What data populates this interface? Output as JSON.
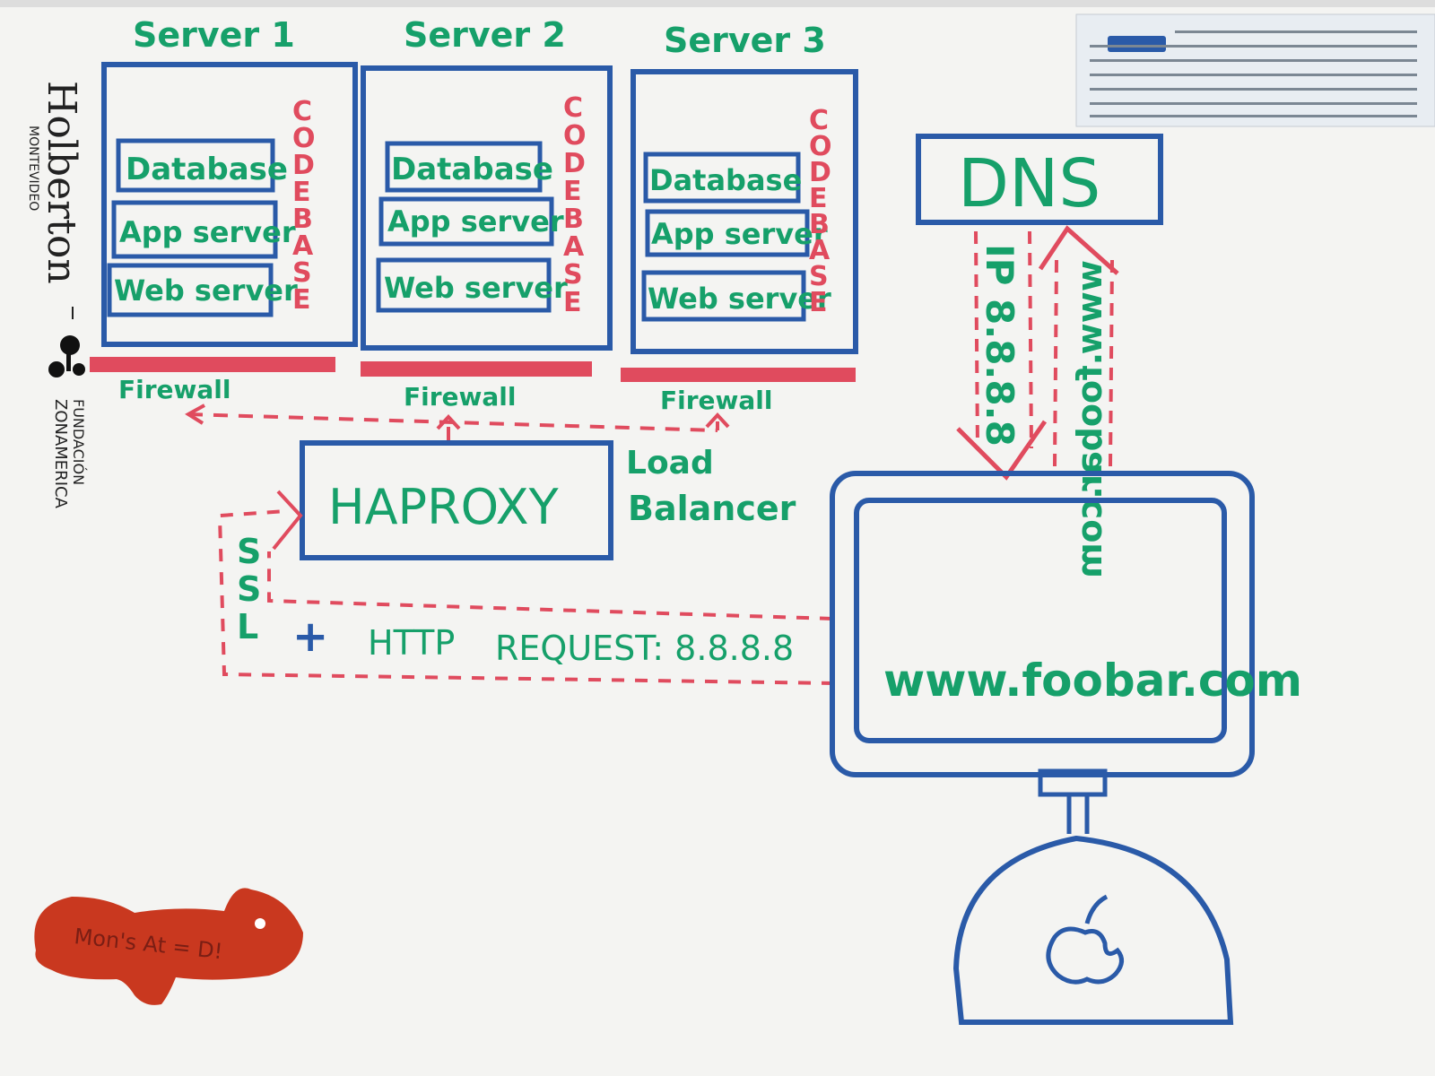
{
  "servers": [
    {
      "title": "Server 1",
      "layers": [
        "Database",
        "App server",
        "Web server"
      ],
      "firewall": "Firewall"
    },
    {
      "title": "Server 2",
      "layers": [
        "Database",
        "App server",
        "Web server"
      ],
      "firewall": "Firewall"
    },
    {
      "title": "Server 3",
      "layers": [
        "Database",
        "App server",
        "Web server"
      ],
      "firewall": "Firewall"
    }
  ],
  "codebase_letters": [
    "C",
    "O",
    "D",
    "E",
    "B",
    "A",
    "S",
    "E"
  ],
  "load_balancer": {
    "name": "HAPROXY",
    "caption_line1": "Load",
    "caption_line2": "Balancer"
  },
  "dns": {
    "label": "DNS",
    "response": "IP 8.8.8.8",
    "query": "www.foobar.com"
  },
  "request": {
    "ssl_letters": [
      "S",
      "S",
      "L"
    ],
    "plus": "+",
    "http": "HTTP",
    "label": "REQUEST: 8.8.8.8"
  },
  "client": {
    "url": "www.foobar.com"
  },
  "branding": {
    "holberton": "Holberton",
    "montevideo": "MONTEVIDEO",
    "fundacion": "FUNDACIÓN",
    "zonamerica": "ZONAMERICA"
  },
  "sticker": {
    "text": "Mon's At = D!"
  },
  "colors": {
    "blue": "#2a5aa8",
    "green": "#16a06a",
    "red": "#e04b5e",
    "board": "#f4f4f2"
  }
}
